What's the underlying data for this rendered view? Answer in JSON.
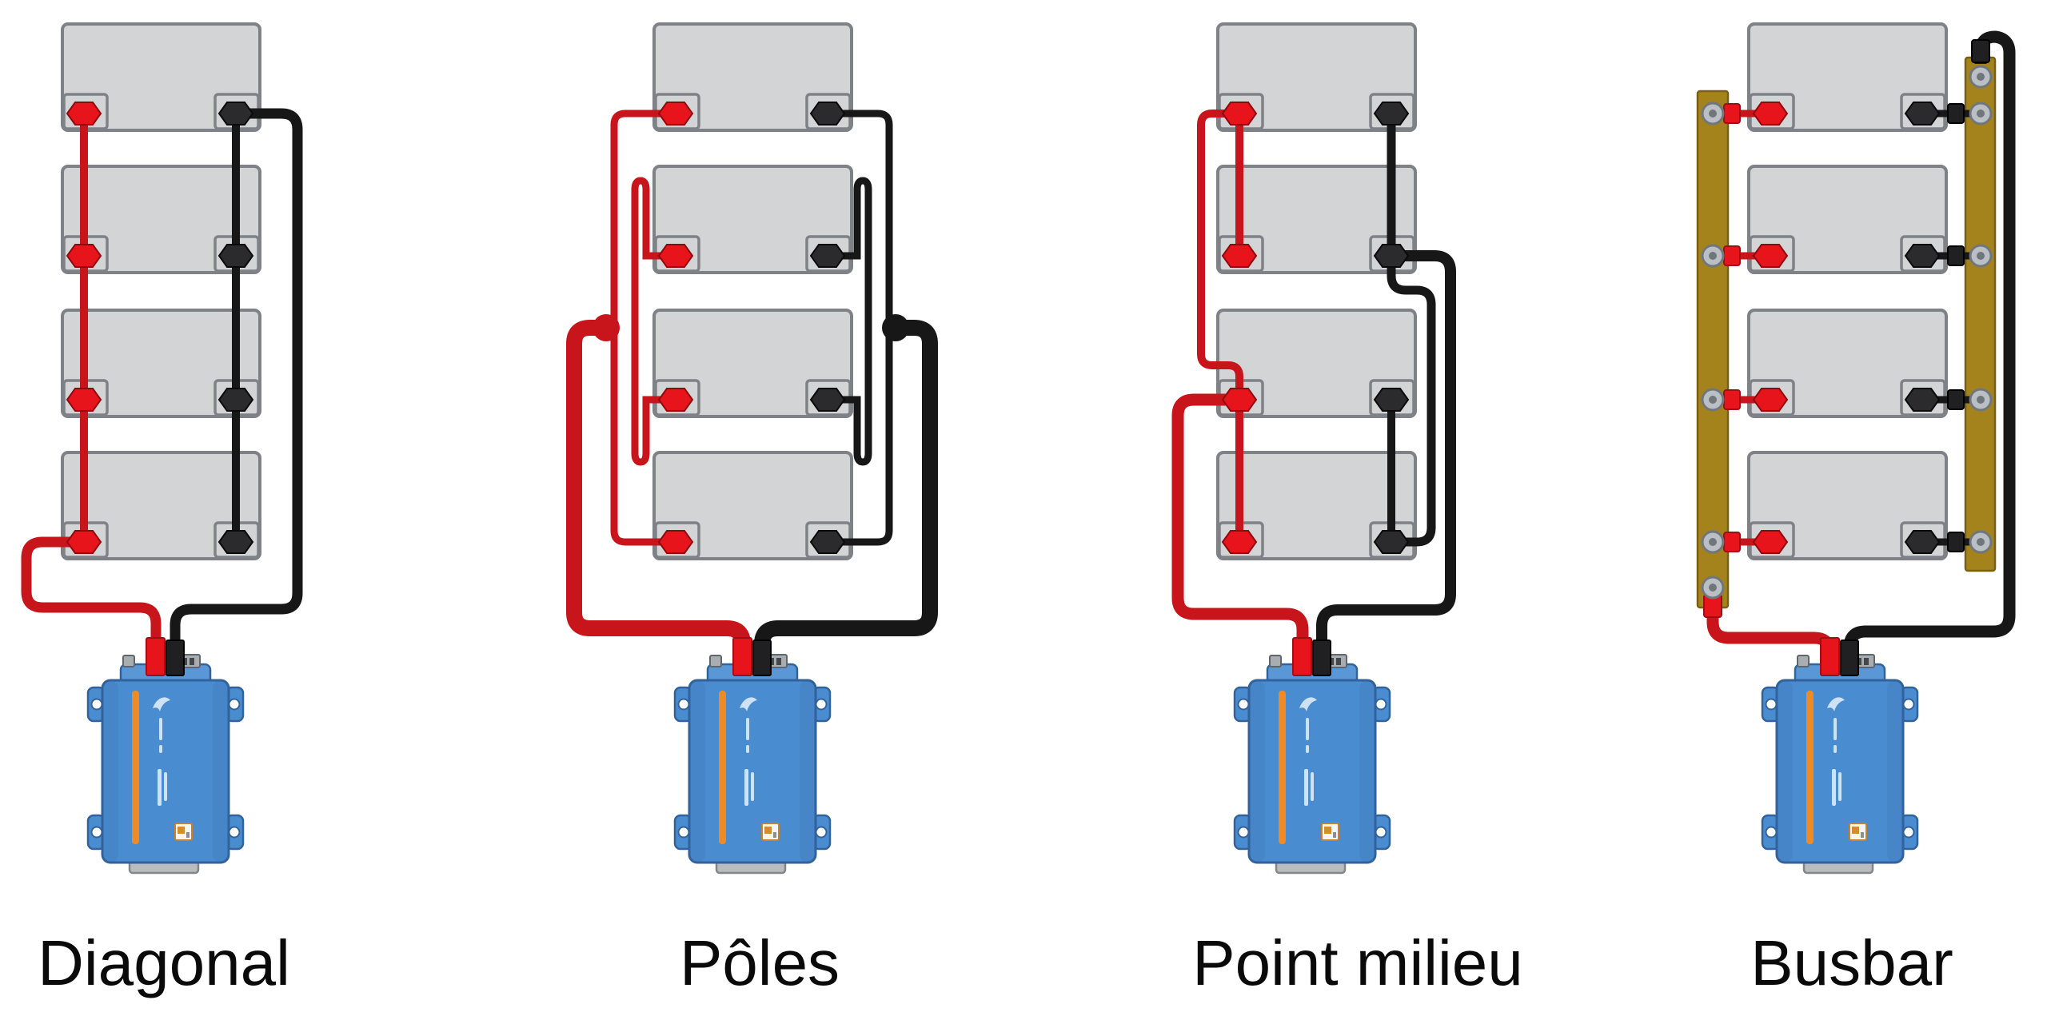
{
  "columns": [
    {
      "id": "diagonal",
      "label": "Diagonal"
    },
    {
      "id": "poles",
      "label": "Pôles"
    },
    {
      "id": "point-milieu",
      "label": "Point milieu"
    },
    {
      "id": "busbar",
      "label": "Busbar"
    }
  ],
  "bank": {
    "banks_shown": 4,
    "batteries_per_bank": 4,
    "positive_terminal_side": "left",
    "negative_terminal_side": "right",
    "device_below": "inverter"
  },
  "colors": {
    "background": "#ffffff",
    "wire_red": "#c8151b",
    "wire_black": "#171717",
    "terminal_red": "#e8141c",
    "terminal_black": "#2b2b2d",
    "battery_fill": "#d3d4d6",
    "battery_stroke": "#7e8286",
    "busbar_fill": "#a5831c",
    "busbar_stroke": "#7a5f10",
    "bolt_fill": "#b9bfc4",
    "bolt_stroke": "#70767a",
    "inverter_body": "#4a8cd0",
    "inverter_dark": "#32629c",
    "inverter_strip": "#5a97d6",
    "inverter_accent": "#cfe2f4",
    "orange": "#ef8a24",
    "label_text": "#0a0a0a"
  }
}
